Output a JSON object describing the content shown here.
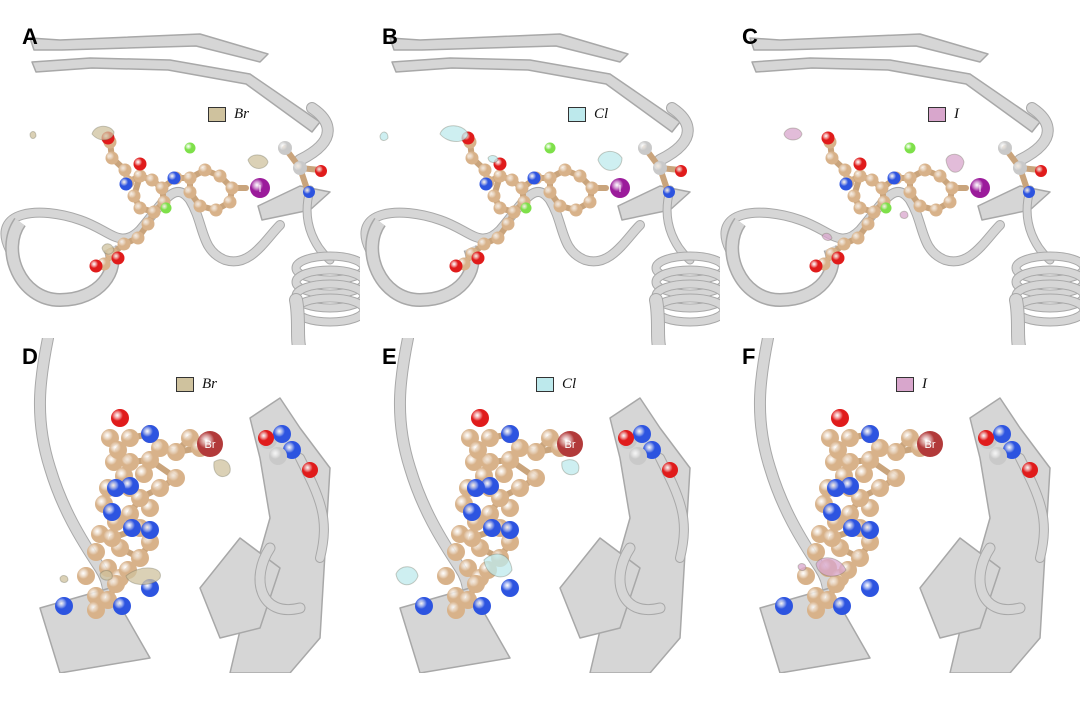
{
  "colors": {
    "ribbon": "#d6d6d6",
    "ribbon_edge": "#a8a8a8",
    "carbon": "#d8b28a",
    "oxygen": "#e01b1b",
    "nitrogen": "#2d54e0",
    "fluorine": "#7ee04a",
    "iodine": "#9b1b9b",
    "bromine": "#b23a3a",
    "density_br": "#cfc29e",
    "density_cl": "#bde9ec",
    "density_i": "#d8a6cc"
  },
  "panels": [
    {
      "letter": "A",
      "probe": "Br",
      "density_color": "#cfc29e",
      "view": "top"
    },
    {
      "letter": "B",
      "probe": "Cl",
      "density_color": "#bde9ec",
      "view": "top"
    },
    {
      "letter": "C",
      "probe": "I",
      "density_color": "#d8a6cc",
      "view": "top"
    },
    {
      "letter": "D",
      "probe": "Br",
      "density_color": "#cfc29e",
      "view": "bottom"
    },
    {
      "letter": "E",
      "probe": "Cl",
      "density_color": "#bde9ec",
      "view": "bottom"
    },
    {
      "letter": "F",
      "probe": "I",
      "density_color": "#d8a6cc",
      "view": "bottom"
    }
  ],
  "atom_labels": {
    "iodine": "I",
    "bromine": "Br"
  }
}
